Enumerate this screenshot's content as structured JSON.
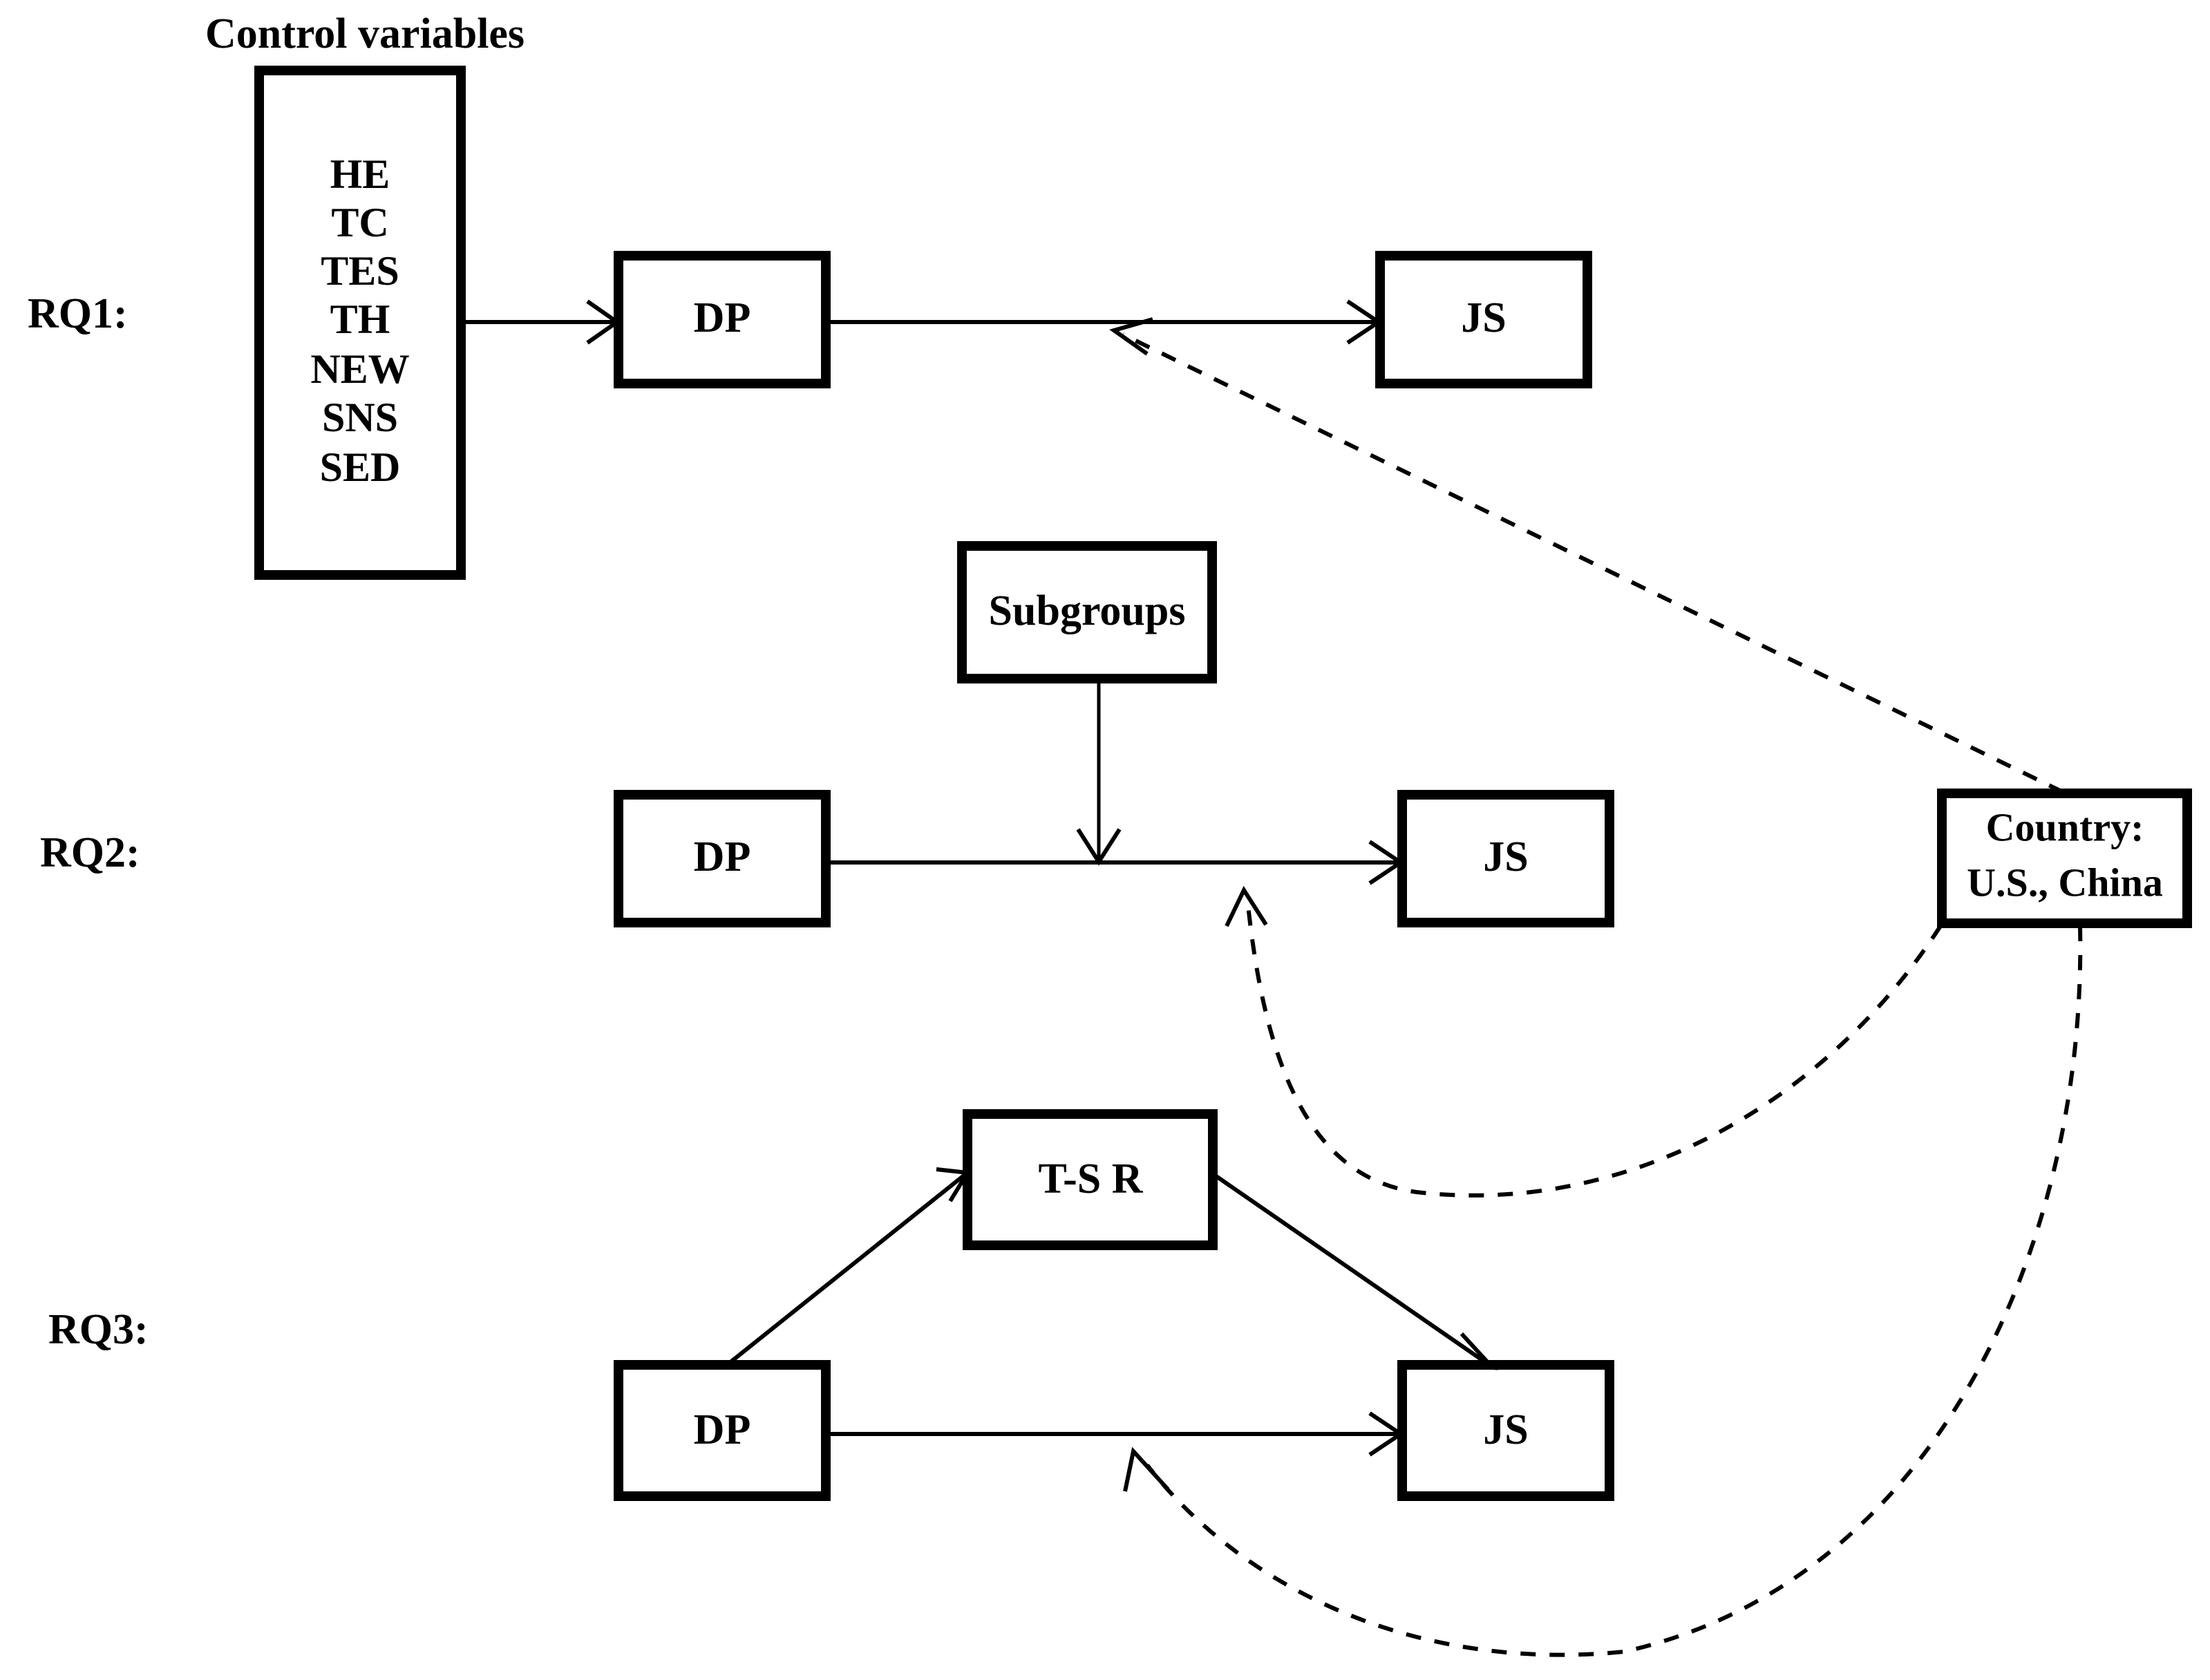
{
  "figure": {
    "title_caption": "Control variables",
    "rows": [
      {
        "id": "rq1",
        "label": "RQ1:",
        "boxes": [
          {
            "name": "control-variables",
            "text": ""
          },
          {
            "name": "dp",
            "text": "DP"
          },
          {
            "name": "js",
            "text": "JS"
          }
        ]
      },
      {
        "id": "rq2",
        "label": "RQ2:",
        "boxes": [
          {
            "name": "subgroups",
            "text": "Subgroups"
          },
          {
            "name": "dp",
            "text": "DP"
          },
          {
            "name": "js",
            "text": "JS"
          }
        ]
      },
      {
        "id": "rq3",
        "label": "RQ3:",
        "boxes": [
          {
            "name": "tsr",
            "text": "T-S R"
          },
          {
            "name": "dp",
            "text": "DP"
          },
          {
            "name": "js",
            "text": "JS"
          }
        ]
      }
    ],
    "control_variables": [
      "HE",
      "TC",
      "TES",
      "TH",
      "NEW",
      "SNS",
      "SED"
    ],
    "moderator": {
      "line1": "Country:",
      "line2": "U.S., China"
    },
    "box_labels": {
      "dp": "DP",
      "js": "JS",
      "subgroups": "Subgroups",
      "tsr": "T-S R"
    },
    "colors": {
      "stroke": "#000000",
      "fill": "#ffffff",
      "background": "#ffffff"
    }
  }
}
